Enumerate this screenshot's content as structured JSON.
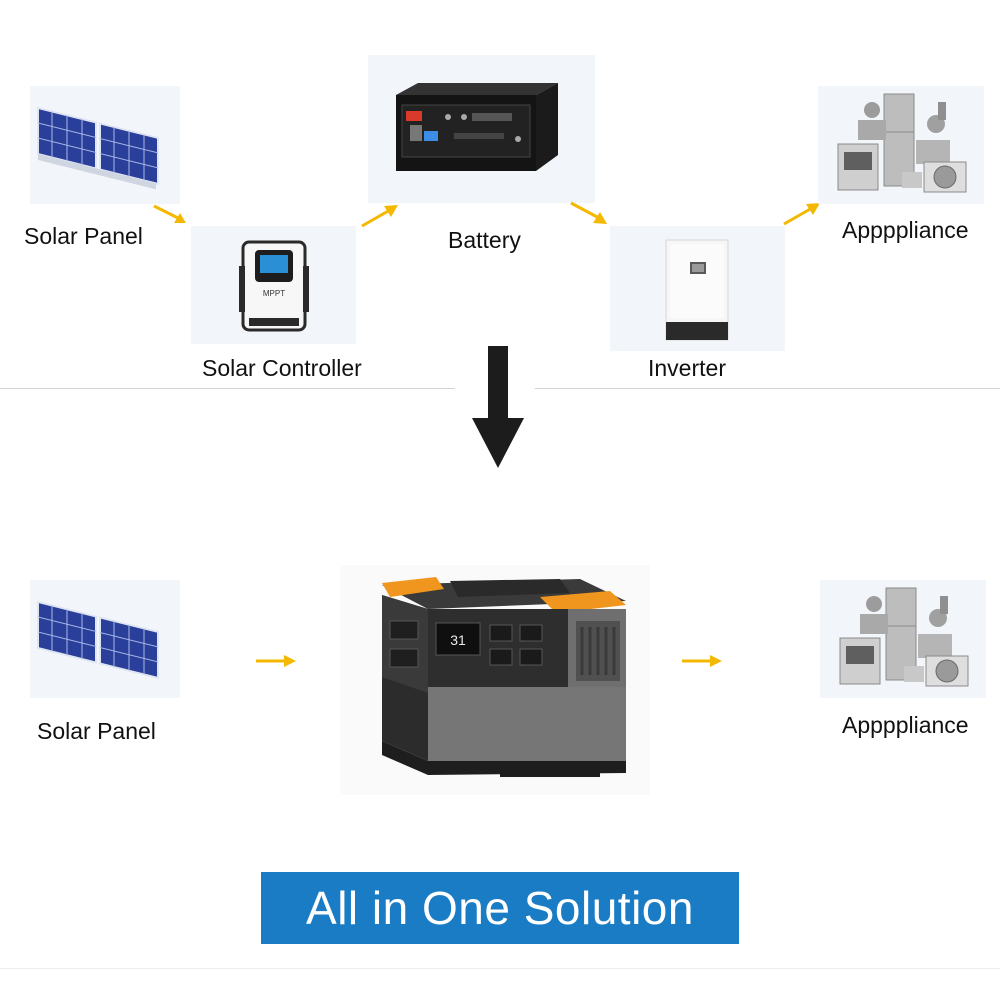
{
  "top_flow": {
    "solar_panel_label": "Solar Panel",
    "solar_controller_label": "Solar Controller",
    "battery_label": "Battery",
    "inverter_label": "Inverter",
    "appliance_label": "Appppliance"
  },
  "controller_screen_text": "MPPT",
  "bottom_flow": {
    "solar_panel_label": "Solar Panel",
    "appliance_label": "Appppliance"
  },
  "power_station_display": "31",
  "banner": {
    "text": "All in One Solution"
  },
  "colors": {
    "arrow_yellow": "#f5b800",
    "banner_blue": "#1a7cc4",
    "tile_bg": "#f2f6fb",
    "accent_orange": "#f0961e"
  }
}
